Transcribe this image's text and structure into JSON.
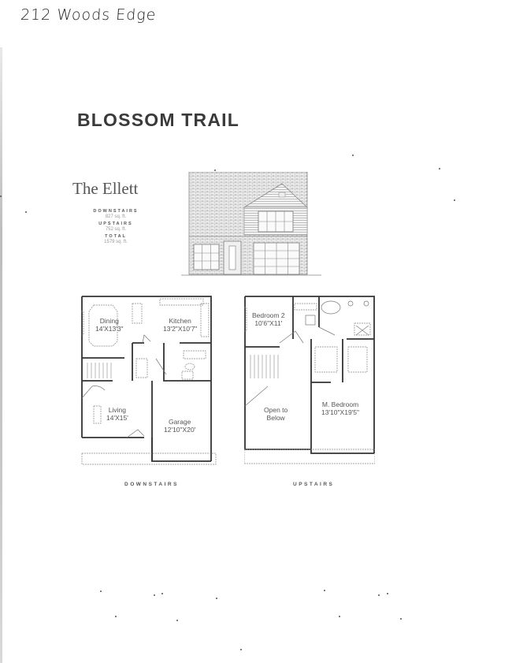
{
  "handwritten_note": "212 Woods Edge",
  "community_title": "BLOSSOM TRAIL",
  "model": {
    "name": "The Ellett",
    "square_footage": [
      {
        "label": "DOWNSTAIRS",
        "value": "827 sq. ft."
      },
      {
        "label": "UPSTAIRS",
        "value": "752 sq. ft."
      },
      {
        "label": "TOTAL",
        "value": "1579 sq. ft."
      }
    ]
  },
  "elevation": {
    "icon": "house-front-elevation-icon"
  },
  "floor_plans": {
    "downstairs": {
      "caption": "DOWNSTAIRS",
      "rooms": [
        {
          "name": "Dining",
          "size": "14'X13'3\""
        },
        {
          "name": "Kitchen",
          "size": "13'2\"X10'7\""
        },
        {
          "name": "Living",
          "size": "14'X15'"
        },
        {
          "name": "Garage",
          "size": "12'10\"X20'"
        }
      ]
    },
    "upstairs": {
      "caption": "UPSTAIRS",
      "rooms": [
        {
          "name": "Bedroom 2",
          "size": "10'6\"X11'"
        },
        {
          "name": "Open to",
          "size": "Below"
        },
        {
          "name": "M. Bedroom",
          "size": "13'10\"X19'5\""
        }
      ]
    }
  }
}
